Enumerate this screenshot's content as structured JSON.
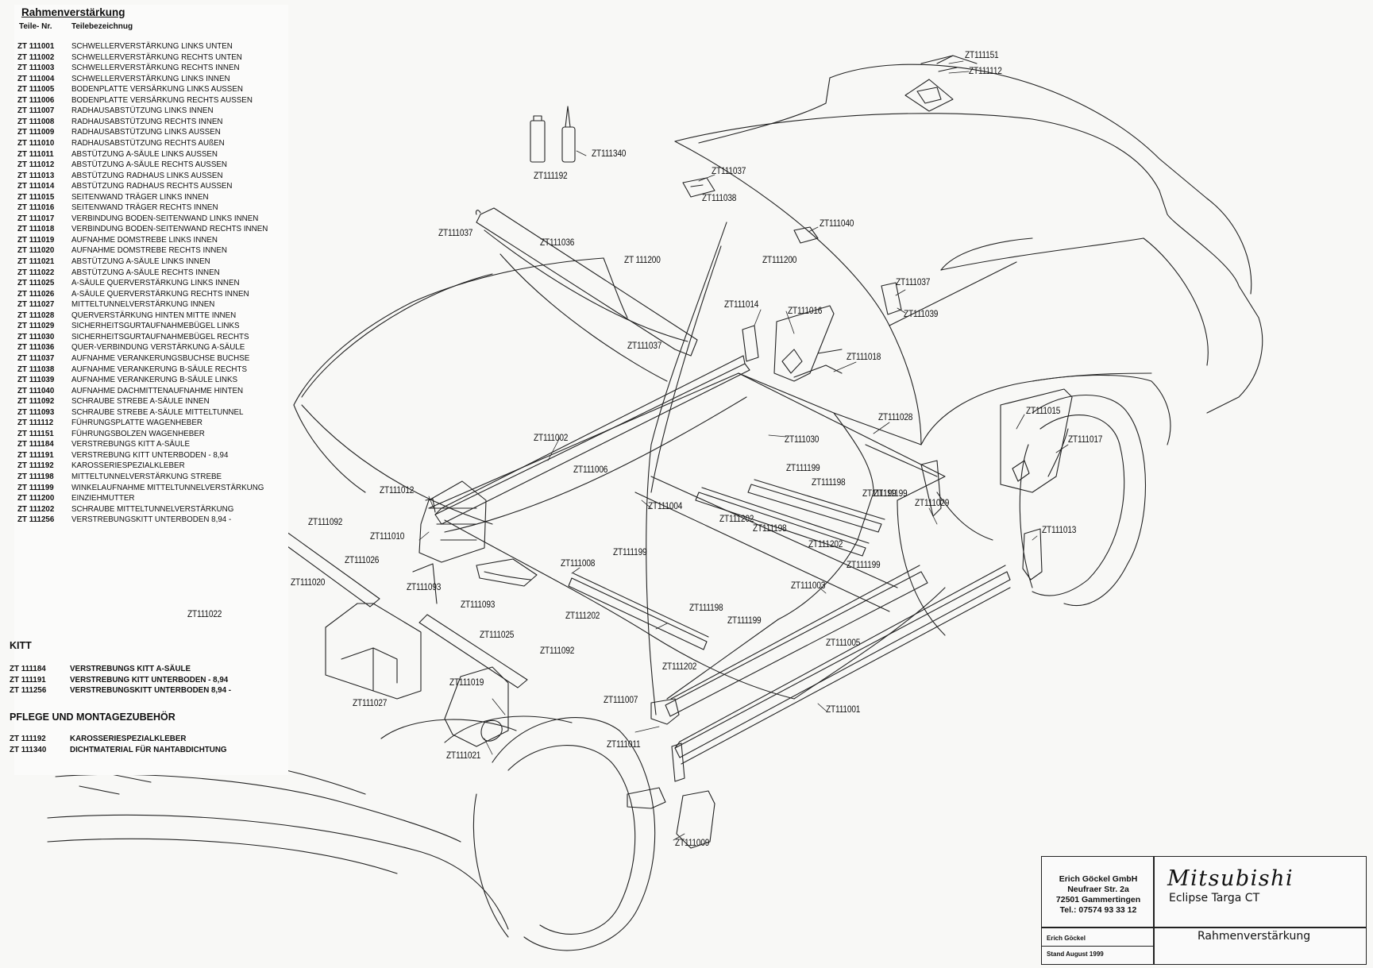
{
  "title": "Rahmenverstärkung",
  "columns": {
    "part_no": "Teile- Nr.",
    "desc": "Teilebezeichnug"
  },
  "parts": [
    {
      "no": "ZT 111001",
      "desc": "SCHWELLERVERSTÄRKUNG LINKS UNTEN"
    },
    {
      "no": "ZT 111002",
      "desc": "SCHWELLERVERSTÄRKUNG RECHTS UNTEN"
    },
    {
      "no": "ZT 111003",
      "desc": "SCHWELLERVERSTÄRKUNG RECHTS INNEN"
    },
    {
      "no": "ZT 111004",
      "desc": "SCHWELLERVERSTÄRKUNG LINKS INNEN"
    },
    {
      "no": "ZT 111005",
      "desc": "BODENPLATTE VERSÄRKUNG LINKS AUSSEN"
    },
    {
      "no": "ZT 111006",
      "desc": "BODENPLATTE VERSÄRKUNG RECHTS AUSSEN"
    },
    {
      "no": "ZT 111007",
      "desc": "RADHAUSABSTÜTZUNG LINKS INNEN"
    },
    {
      "no": "ZT 111008",
      "desc": "RADHAUSABSTÜTZUNG RECHTS INNEN"
    },
    {
      "no": "ZT 111009",
      "desc": "RADHAUSABSTÜTZUNG LINKS AUSSEN"
    },
    {
      "no": "ZT 111010",
      "desc": "RADHAUSABSTÜTZUNG RECHTS AUßEN"
    },
    {
      "no": "ZT 111011",
      "desc": "ABSTÜTZUNG A-SÄULE LINKS AUSSEN"
    },
    {
      "no": "ZT 111012",
      "desc": "ABSTÜTZUNG A-SÄULE RECHTS AUSSEN"
    },
    {
      "no": "ZT 111013",
      "desc": "ABSTÜTZUNG RADHAUS LINKS AUSSEN"
    },
    {
      "no": "ZT 111014",
      "desc": "ABSTÜTZUNG RADHAUS RECHTS AUSSEN"
    },
    {
      "no": "ZT 111015",
      "desc": "SEITENWAND TRÄGER LINKS INNEN"
    },
    {
      "no": "ZT 111016",
      "desc": "SEITENWAND TRÄGER RECHTS INNEN"
    },
    {
      "no": "ZT 111017",
      "desc": "VERBINDUNG BODEN-SEITENWAND LINKS INNEN"
    },
    {
      "no": "ZT 111018",
      "desc": "VERBINDUNG BODEN-SEITENWAND RECHTS INNEN"
    },
    {
      "no": "ZT 111019",
      "desc": "AUFNAHME DOMSTREBE LINKS INNEN"
    },
    {
      "no": "ZT 111020",
      "desc": "AUFNAHME DOMSTREBE RECHTS INNEN"
    },
    {
      "no": "ZT 111021",
      "desc": "ABSTÜTZUNG A-SÄULE LINKS INNEN"
    },
    {
      "no": "ZT 111022",
      "desc": "ABSTÜTZUNG A-SÄULE RECHTS INNEN"
    },
    {
      "no": "ZT 111025",
      "desc": "A-SÄULE QUERVERSTÄRKUNG LINKS INNEN"
    },
    {
      "no": "ZT 111026",
      "desc": "A-SÄULE QUERVERSTÄRKUNG RECHTS INNEN"
    },
    {
      "no": "ZT 111027",
      "desc": "MITTELTUNNELVERSTÄRKUNG INNEN"
    },
    {
      "no": "ZT 111028",
      "desc": "QUERVERSTÄRKUNG HINTEN MITTE INNEN"
    },
    {
      "no": "ZT 111029",
      "desc": "SICHERHEITSGURTAUFNAHMEBÜGEL LINKS"
    },
    {
      "no": "ZT 111030",
      "desc": "SICHERHEITSGURTAUFNAHMEBÜGEL RECHTS"
    },
    {
      "no": "ZT 111036",
      "desc": "QUER-VERBINDUNG  VERSTÄRKUNG A-SÄULE"
    },
    {
      "no": "ZT 111037",
      "desc": "AUFNAHME VERANKERUNGSBUCHSE BUCHSE"
    },
    {
      "no": "ZT 111038",
      "desc": "AUFNAHME VERANKERUNG B-SÄULE RECHTS"
    },
    {
      "no": "ZT 111039",
      "desc": "AUFNAHME VERANKERUNG B-SÄULE LINKS"
    },
    {
      "no": "ZT 111040",
      "desc": "AUFNAHME DACHMITTENAUFNAHME HINTEN"
    },
    {
      "no": "ZT 111092",
      "desc": "SCHRAUBE STREBE A-SÄULE INNEN"
    },
    {
      "no": "ZT 111093",
      "desc": "SCHRAUBE STREBE A-SÄULE MITTELTUNNEL"
    },
    {
      "no": "ZT 111112",
      "desc": "FÜHRUNGSPLATTE WAGENHEBER"
    },
    {
      "no": "ZT 111151",
      "desc": "FÜHRUNGSBOLZEN WAGENHEBER"
    },
    {
      "no": "ZT 111184",
      "desc": "VERSTREBUNGS KITT A-SÄULE"
    },
    {
      "no": "ZT 111191",
      "desc": "VERSTREBUNG KITT UNTERBODEN  - 8,94"
    },
    {
      "no": "ZT 111192",
      "desc": "KAROSSERIESPEZIALKLEBER"
    },
    {
      "no": "ZT 111198",
      "desc": "MITTELTUNNELVERSTÄRKUNG STREBE"
    },
    {
      "no": "ZT 111199",
      "desc": "WINKELAUFNAHME MITTELTUNNELVERSTÄRKUNG"
    },
    {
      "no": "ZT 111200",
      "desc": "EINZIEHMUTTER"
    },
    {
      "no": "ZT 111202",
      "desc": "SCHRAUBE MITTELTUNNELVERSTÄRKUNG"
    },
    {
      "no": "ZT 111256",
      "desc": "VERSTREBUNGSKITT UNTERBODEN   8,94 -"
    }
  ],
  "kitt": {
    "title": "KITT",
    "items": [
      {
        "no": "ZT 111184",
        "desc": "VERSTREBUNGS KITT A-SÄULE"
      },
      {
        "no": "ZT 111191",
        "desc": "VERSTREBUNG KITT UNTERBODEN  - 8,94"
      },
      {
        "no": "ZT 111256",
        "desc": "VERSTREBUNGSKITT UNTERBODEN    8,94 -"
      }
    ]
  },
  "pflege": {
    "title": "PFLEGE UND MONTAGEZUBEHÖR",
    "items": [
      {
        "no": "ZT 111192",
        "desc": "KAROSSERIESPEZIALKLEBER"
      },
      {
        "no": "ZT 111340",
        "desc": "DICHTMATERIAL FÜR NAHTABDICHTUNG"
      }
    ]
  },
  "callouts": [
    "ZT111151",
    "ZT111112",
    "ZT111340",
    "ZT111192",
    "ZT111037",
    "ZT111038",
    "ZT111040",
    "ZT111200",
    "ZT111037",
    "ZT111036",
    "ZT 111200",
    "ZT111037",
    "ZT111039",
    "ZT111014",
    "ZT111016",
    "ZT111037",
    "ZT111018",
    "ZT111028",
    "ZT111030",
    "ZT111015",
    "ZT111017",
    "ZT111002",
    "ZT111006",
    "ZT111199",
    "ZT111198",
    "ZT111199",
    "ZT111012",
    "ZT111199",
    "ZT111004",
    "ZT111202",
    "ZT111198",
    "ZT111029",
    "ZT111092",
    "ZT111010",
    "ZT111026",
    "ZT111008",
    "ZT111199",
    "ZT111202",
    "ZT111199",
    "ZT111013",
    "ZT111020",
    "ZT111093",
    "ZT111003",
    "ZT111093",
    "ZT111202",
    "ZT111198",
    "ZT111199",
    "ZT111022",
    "ZT111025",
    "ZT111005",
    "ZT111092",
    "ZT111202",
    "ZT111027",
    "ZT111019",
    "ZT111007",
    "ZT111001",
    "ZT111011",
    "ZT111021",
    "ZT111009"
  ],
  "titleblock": {
    "address": [
      "Erich Göckel GmbH",
      "Neufraer Str. 2a",
      "72501 Gammertingen",
      "Tel.: 07574 93 33 12"
    ],
    "brand": "Mitsubishi",
    "model": "Eclipse Targa CT",
    "drawing_title": "Rahmenverstärkung",
    "name": "Erich Göckel",
    "date": "Stand August 1999"
  }
}
